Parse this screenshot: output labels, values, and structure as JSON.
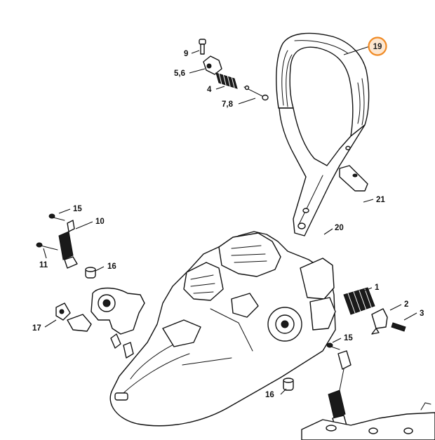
{
  "highlight_color": "#f08a24",
  "callouts": {
    "c19": "19",
    "c9": "9",
    "c56": "5,6",
    "c4": "4",
    "c78": "7,8",
    "c21": "21",
    "c20": "20",
    "c15a": "15",
    "c10": "10",
    "c11": "11",
    "c16a": "16",
    "c17": "17",
    "c1": "1",
    "c2": "2",
    "c3": "3",
    "c15b": "15",
    "c16b": "16"
  }
}
